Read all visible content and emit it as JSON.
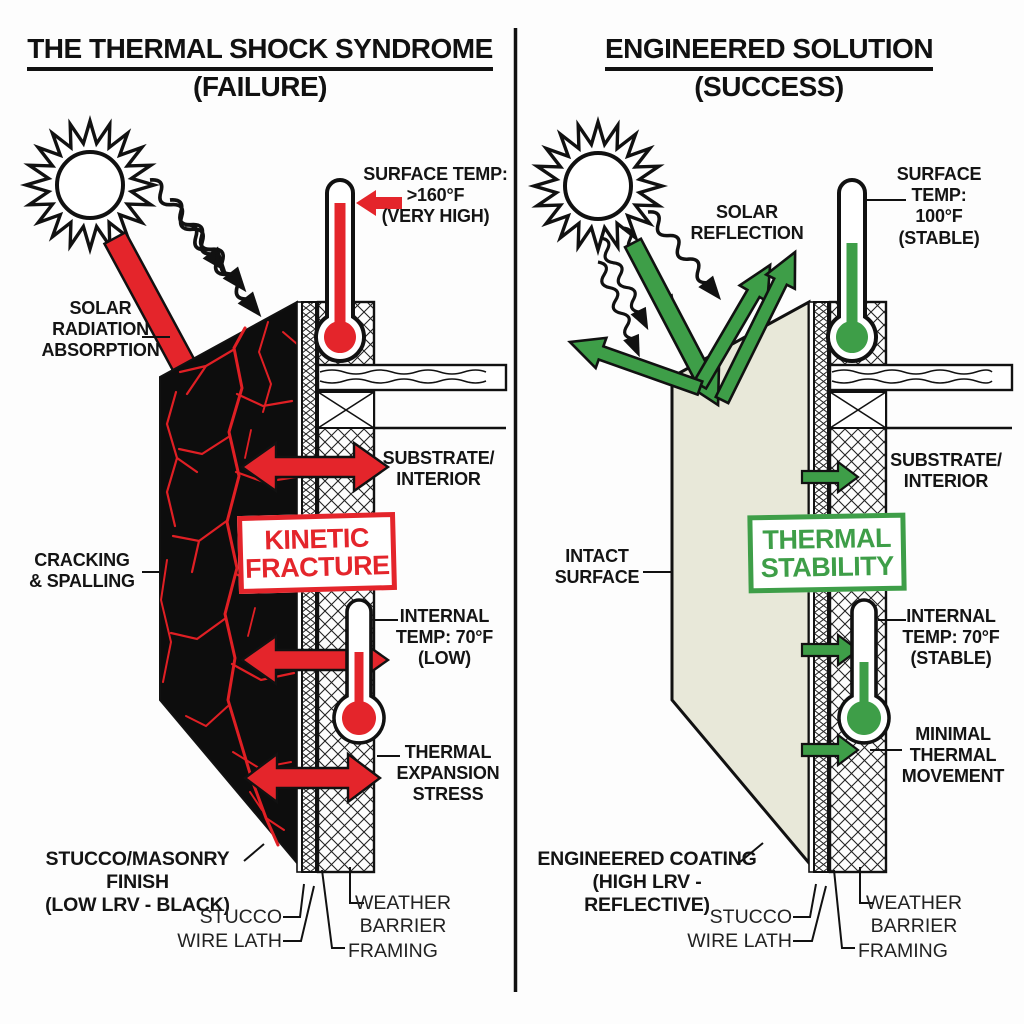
{
  "colors": {
    "failure_red": "#e4252b",
    "crack_red": "#e01f24",
    "success_green": "#3e9e48",
    "ink_black": "#111111",
    "wall_black": "#0d0d0d",
    "coating_cream": "#e8e8d9"
  },
  "left_panel": {
    "title": "THE THERMAL SHOCK SYNDROME",
    "subtitle": "(FAILURE)",
    "labels": {
      "solar": "SOLAR\nRADIATION\nABSORPTION",
      "surface_temp": "SURFACE TEMP:\n>160°F\n(VERY HIGH)",
      "substrate": "SUBSTRATE/\nINTERIOR",
      "box": "KINETIC\nFRACTURE",
      "cracking": "CRACKING\n& SPALLING",
      "internal_temp": "INTERNAL\nTEMP: 70°F\n(LOW)",
      "expansion": "THERMAL\nEXPANSION\nSTRESS",
      "finish": "STUCCO/MASONRY FINISH\n(LOW LRV - BLACK)",
      "stucco": "STUCCO",
      "wire_lath": "WIRE LATH",
      "weather_barrier": "WEATHER\nBARRIER",
      "framing": "FRAMING"
    }
  },
  "right_panel": {
    "title": "ENGINEERED SOLUTION",
    "subtitle": "(SUCCESS)",
    "labels": {
      "reflection": "SOLAR\nREFLECTION",
      "surface_temp": "SURFACE TEMP:\n100°F\n(STABLE)",
      "substrate": "SUBSTRATE/\nINTERIOR",
      "box": "THERMAL\nSTABILITY",
      "intact": "INTACT\nSURFACE",
      "internal_temp": "INTERNAL\nTEMP: 70°F\n(STABLE)",
      "minimal": "MINIMAL\nTHERMAL\nMOVEMENT",
      "coating": "ENGINEERED COATING\n(HIGH LRV - REFLECTIVE)",
      "stucco": "STUCCO",
      "wire_lath": "WIRE LATH",
      "weather_barrier": "WEATHER\nBARRIER",
      "framing": "FRAMING"
    }
  }
}
